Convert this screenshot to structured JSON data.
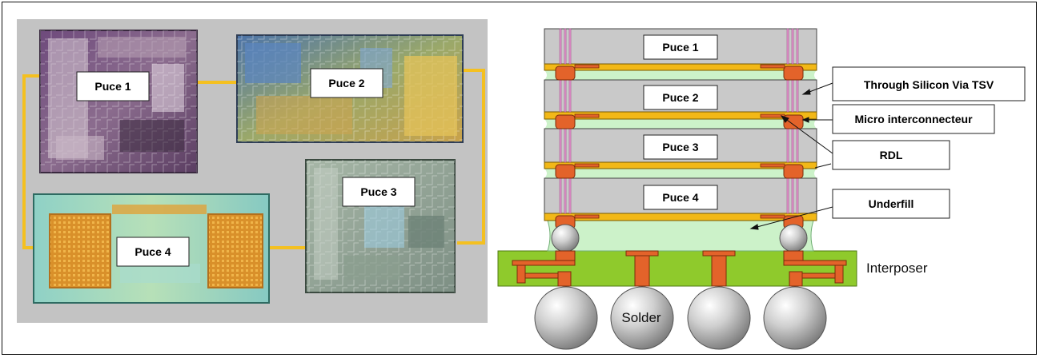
{
  "left_panel": {
    "chips": [
      {
        "label": "Puce 1"
      },
      {
        "label": "Puce 2"
      },
      {
        "label": "Puce 3"
      },
      {
        "label": "Puce 4"
      }
    ]
  },
  "right_panel": {
    "layers": [
      {
        "label": "Puce 1"
      },
      {
        "label": "Puce 2"
      },
      {
        "label": "Puce 3"
      },
      {
        "label": "Puce 4"
      }
    ],
    "callouts": {
      "tsv": "Through Silicon Via TSV",
      "micro": "Micro interconnecteur",
      "rdl": "RDL",
      "underfill": "Underfill"
    },
    "interposer_label": "Interposer",
    "solder_label": "Solder"
  },
  "colors": {
    "chip_gray": "#c9c9c9",
    "rdl_yellow": "#f2b817",
    "underfill_green": "#ccf2c9",
    "interposer_green": "#8fca2c",
    "copper": "#e3632a",
    "tsv_pink": "#ec9ed6",
    "bus_orange": "#f4c020"
  }
}
